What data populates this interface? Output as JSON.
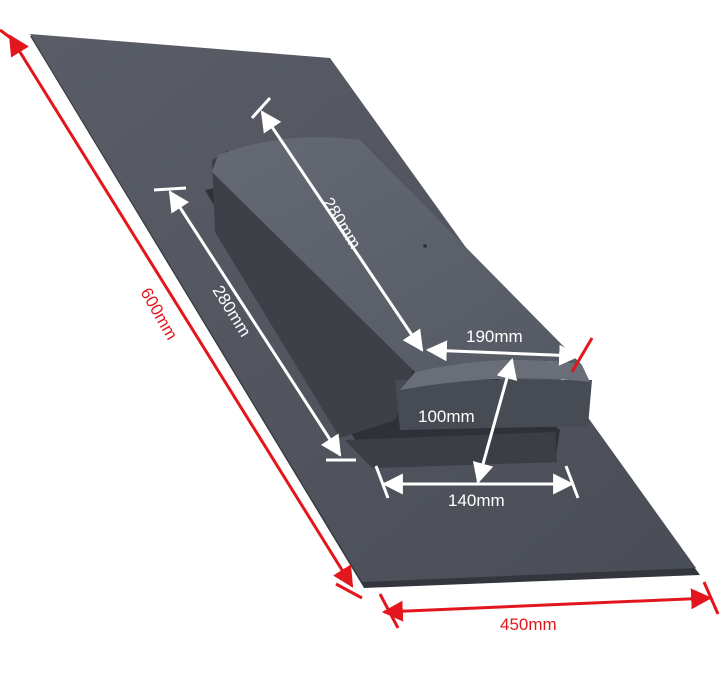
{
  "figure": {
    "colors": {
      "background": "#ffffff",
      "slate": "#52555f",
      "slate_dark": "#33363d",
      "vent_top": "#5d616c",
      "vent_side": "#3a3d44",
      "vent_front": "#4a4e57",
      "measure_red": "#e3161d",
      "measure_white": "#ffffff"
    },
    "dimensions": {
      "slate_length": "600mm",
      "slate_width": "450mm",
      "vent_length_top": "280mm",
      "vent_length_side": "280mm",
      "vent_width_top": "190mm",
      "vent_height": "100mm",
      "vent_width_base": "140mm"
    }
  }
}
